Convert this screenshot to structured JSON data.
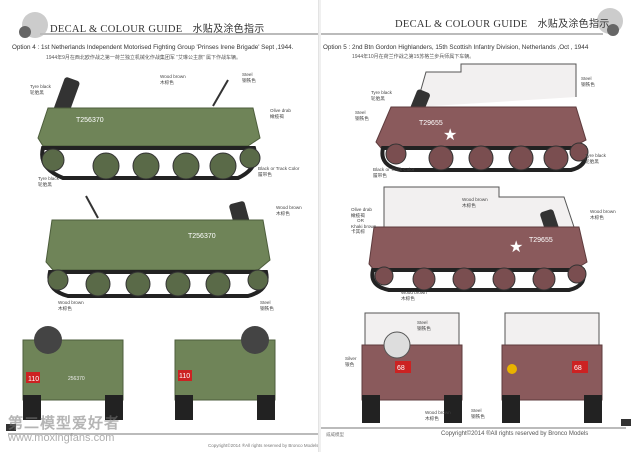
{
  "header": {
    "title": "DECAL & COLOUR GUIDE",
    "title_cn": "水贴及涂色指示"
  },
  "left": {
    "option": "Option 4 : 1st Netherlands Independent Motorised Fighting Group 'Prinses Irene Brigade' Sept ,1944.",
    "option_cn": "1944年9月在西北欧作战之第一荷兰独立机械化作战集团军 “艾琳公主旅” 属下作战车辆。",
    "serial": "T256370",
    "rear_serial": "256370",
    "plate": "110",
    "labels": [
      "Tyre black",
      "轮胎黑",
      "Wood brown",
      "木棕色",
      "Steel",
      "钢铁色",
      "Olive drab",
      "橄榄褐",
      "Black or Track Color",
      "履带色",
      "Tyre black",
      "轮胎黑",
      "Wood brown",
      "木棕色",
      "Wood brown",
      "木棕色",
      "Steel",
      "钢铁色"
    ],
    "copyright": "Copyright©2014  ®All rights reserved by Bronco Models"
  },
  "right": {
    "option": "Option 5 : 2nd Btn Gordon Highlanders, 15th Scottish Infantry Division, Netherlands ,Oct , 1944",
    "option_cn": "1944年10月在荷兰作战之第15苏格兰步兵师属下车辆。",
    "serial": "T29655",
    "plate": "68",
    "labels": [
      "Steel",
      "钢铁色",
      "Tyre black",
      "轮胎黑",
      "Steel",
      "钢铁色",
      "Tyre black",
      "轮胎黑",
      "Black or Track Color",
      "履带色",
      "Olive drab",
      "橄榄褐",
      "OR",
      "Khaki brown",
      "卡其棕",
      "Wood brown",
      "木棕色",
      "Wood brown",
      "木棕色",
      "Wood brown",
      "木棕色",
      "Steel",
      "钢铁色",
      "Silver",
      "银色",
      "Wood brown",
      "木棕色",
      "Steel",
      "钢铁色"
    ],
    "copyright": "Copyright©2014  ®All rights reserved by Bronco Models",
    "page_cn": "威威模型"
  },
  "watermark": {
    "text": "第二模型爱好者",
    "url": "www.moxingfans.com"
  },
  "colors": {
    "olive": "#6f8458",
    "maroon": "#8a5a5c"
  }
}
